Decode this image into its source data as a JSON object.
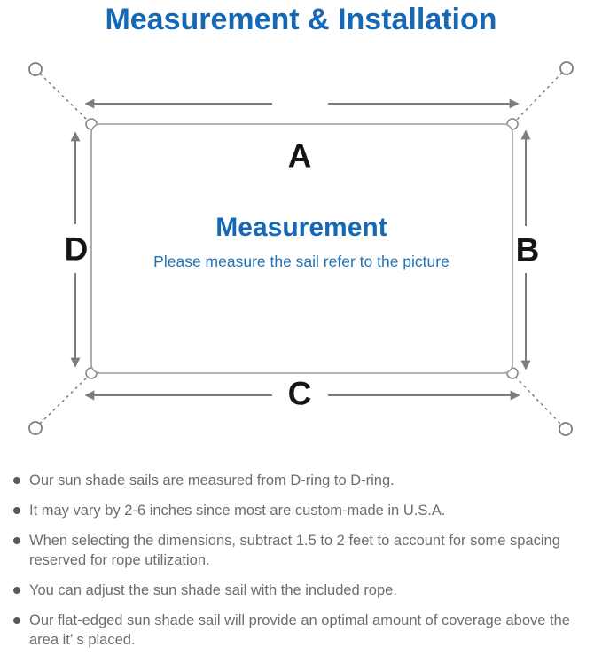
{
  "title": "Measurement & Installation",
  "diagram": {
    "center_title": "Measurement",
    "center_subtitle": "Please measure the sail refer to the picture",
    "edge_labels": {
      "top": "A",
      "right": "B",
      "bottom": "C",
      "left": "D"
    }
  },
  "colors": {
    "accent_blue": "#1568b5",
    "subtitle_blue": "#2173b8",
    "note_gray": "#6d6d6d",
    "line_gray": "#7d7d7d",
    "outline_gray": "#9a9a9a",
    "label_black": "#151515"
  },
  "notes": [
    "Our sun shade sails are measured from D-ring to D-ring.",
    "It may vary by 2-6 inches since most are custom-made in U.S.A.",
    "When selecting the dimensions, subtract 1.5 to 2 feet to account for some spacing reserved for rope utilization.",
    "You can adjust the sun shade sail with the included rope.",
    "Our flat-edged sun shade sail will provide an optimal amount of coverage above the area it’ s placed."
  ]
}
